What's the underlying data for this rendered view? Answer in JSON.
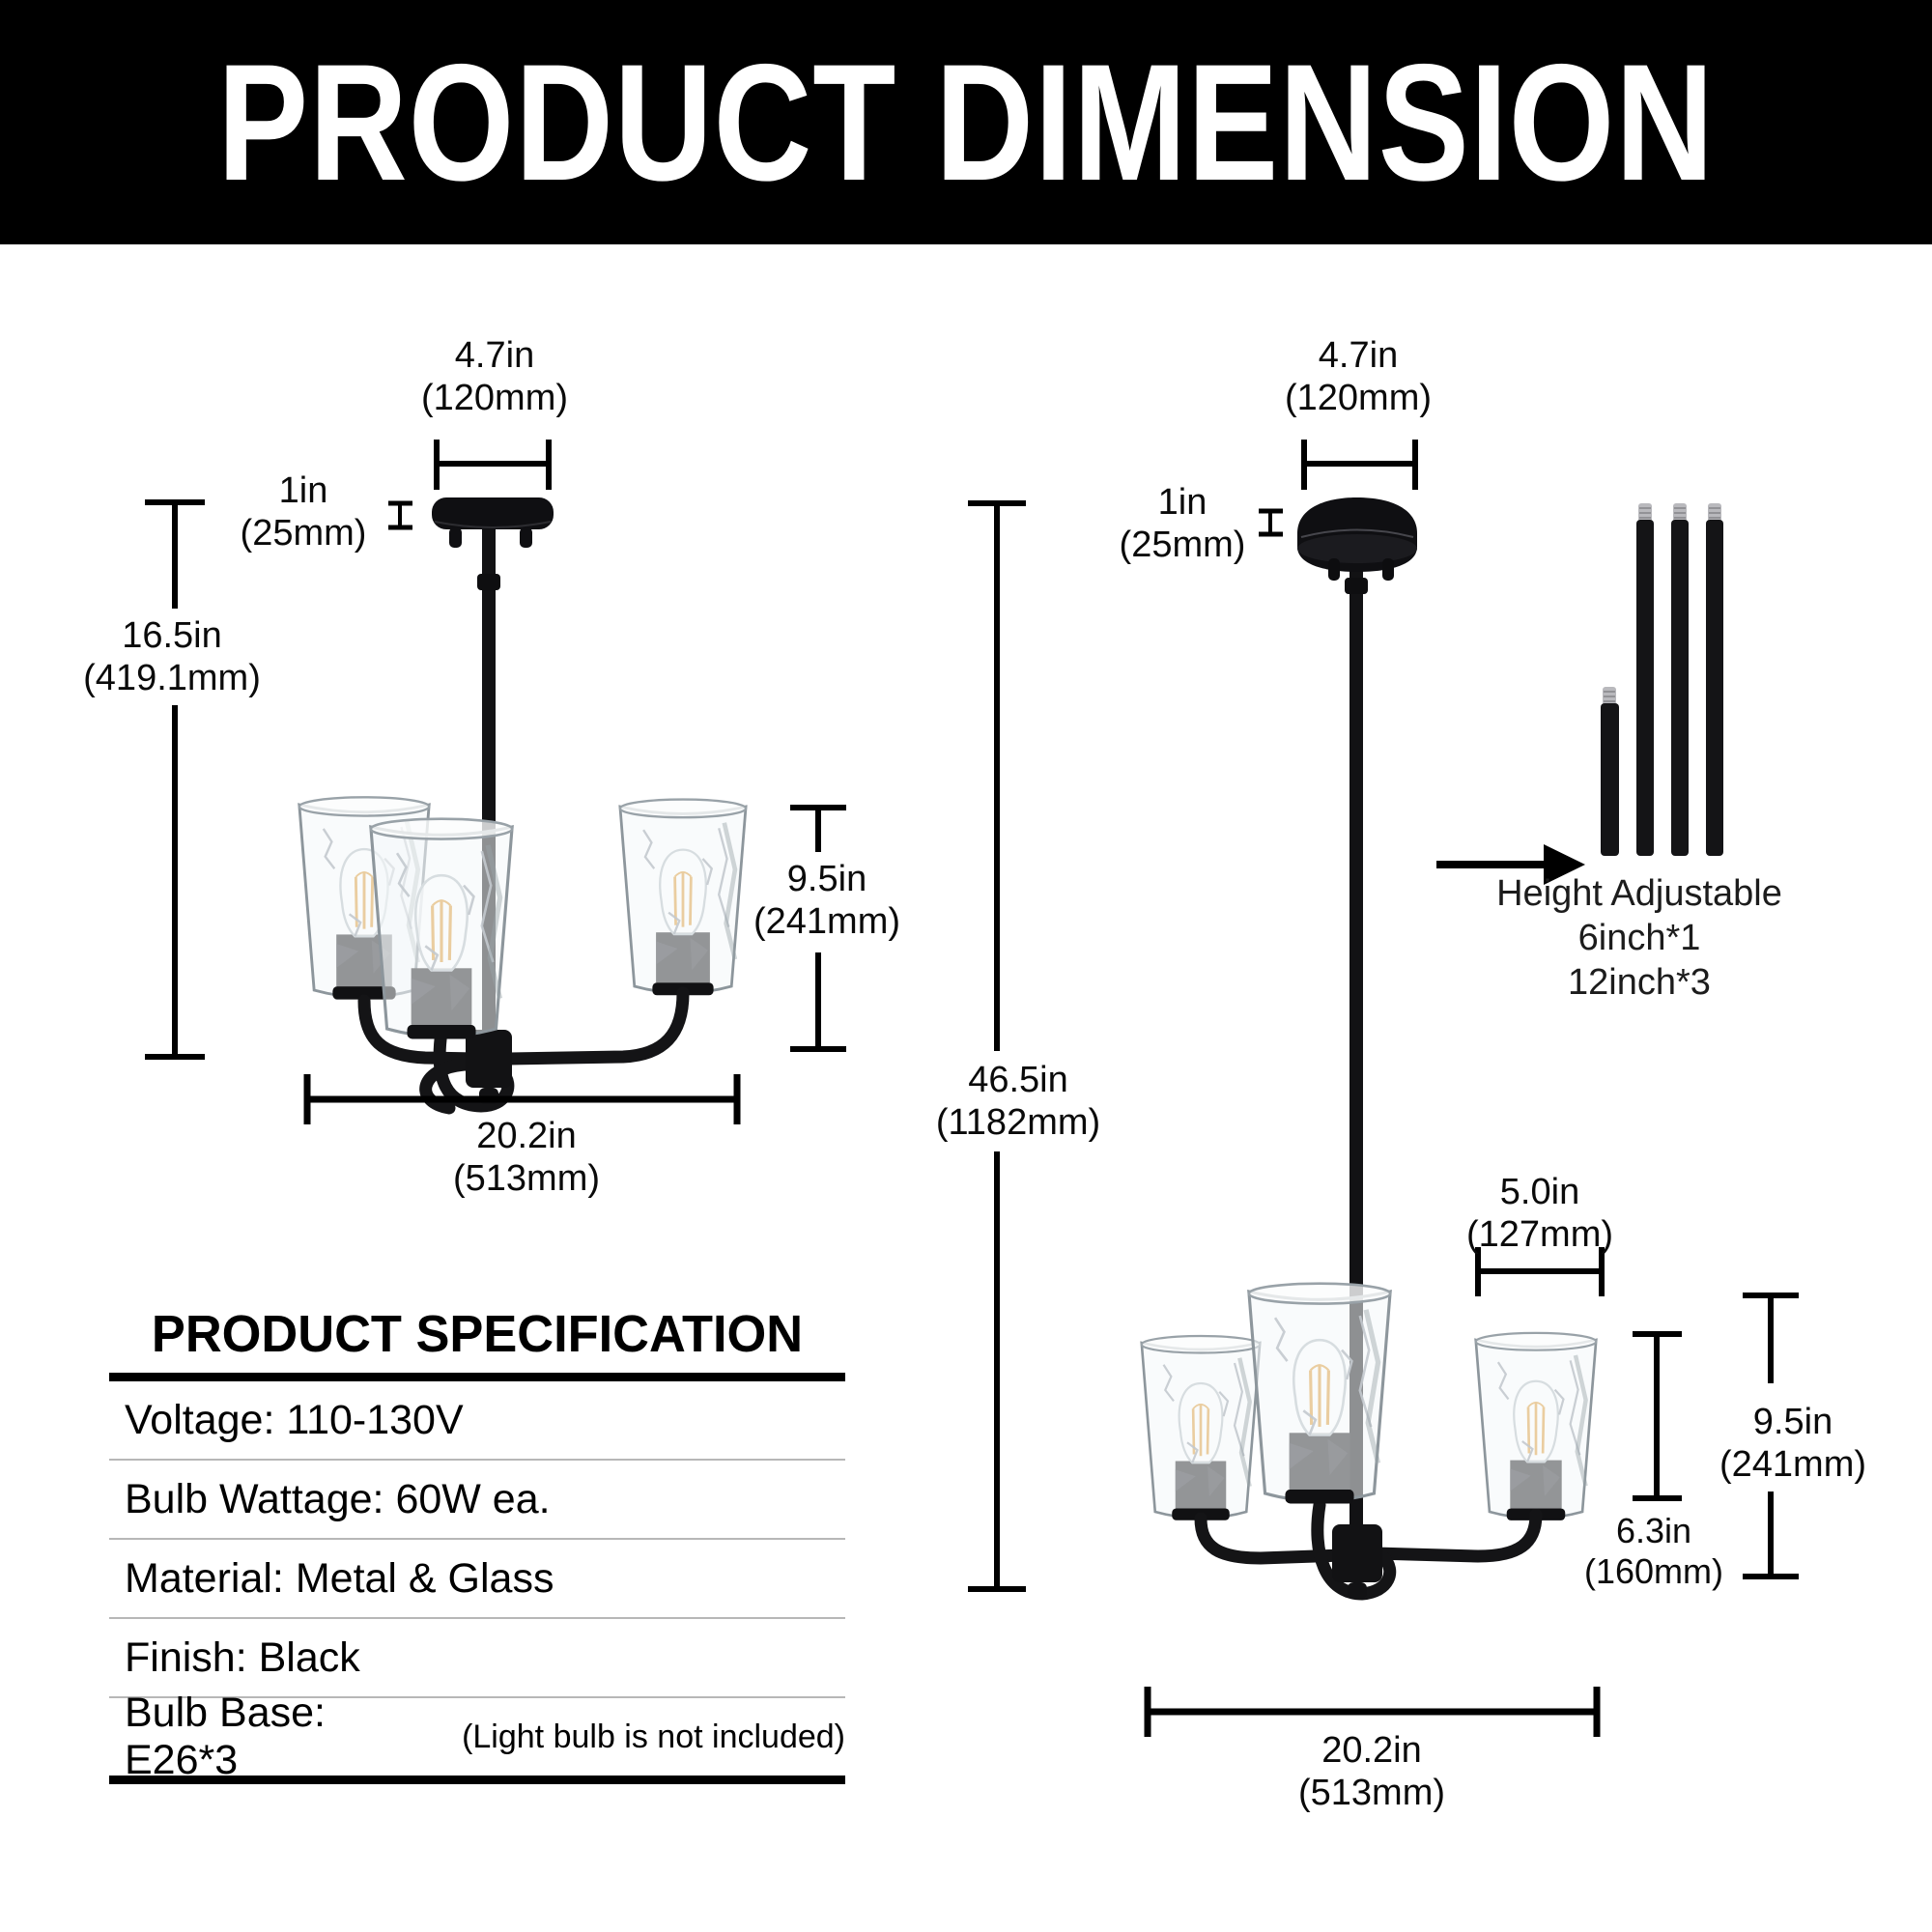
{
  "header": {
    "title": "PRODUCT DIMENSION"
  },
  "colors": {
    "background": "#ffffff",
    "banner": "#000000",
    "banner_text": "#ffffff",
    "line": "#000000",
    "separator": "#b7b7b7",
    "filament": "#dd9a33"
  },
  "left_diagram": {
    "canopy_width": {
      "in": "4.7in",
      "mm": "(120mm)"
    },
    "canopy_height": {
      "in": "1in",
      "mm": "(25mm)"
    },
    "fixture_height": {
      "in": "16.5in",
      "mm": "(419.1mm)"
    },
    "shade_height": {
      "in": "9.5in",
      "mm": "(241mm)"
    },
    "fixture_width": {
      "in": "20.2in",
      "mm": "(513mm)"
    }
  },
  "right_diagram": {
    "canopy_width": {
      "in": "4.7in",
      "mm": "(120mm)"
    },
    "canopy_height": {
      "in": "1in",
      "mm": "(25mm)"
    },
    "overall_height": {
      "in": "46.5in",
      "mm": "(1182mm)"
    },
    "shade_width": {
      "in": "5.0in",
      "mm": "(127mm)"
    },
    "shade_height": {
      "in": "9.5in",
      "mm": "(241mm)"
    },
    "arm_height": {
      "in": "6.3in",
      "mm": "(160mm)"
    },
    "fixture_width": {
      "in": "20.2in",
      "mm": "(513mm)"
    },
    "height_adjustable": {
      "line1": "Height Adjustable",
      "line2": "6inch*1",
      "line3": "12inch*3"
    }
  },
  "specification": {
    "title": "PRODUCT SPECIFICATION",
    "rows": [
      {
        "label": "Voltage: 110-130V",
        "note": ""
      },
      {
        "label": "Bulb Wattage: 60W ea.",
        "note": ""
      },
      {
        "label": "Material: Metal & Glass",
        "note": ""
      },
      {
        "label": "Finish: Black",
        "note": ""
      },
      {
        "label": "Bulb Base: E26*3",
        "note": "(Light bulb is not included)"
      }
    ]
  }
}
